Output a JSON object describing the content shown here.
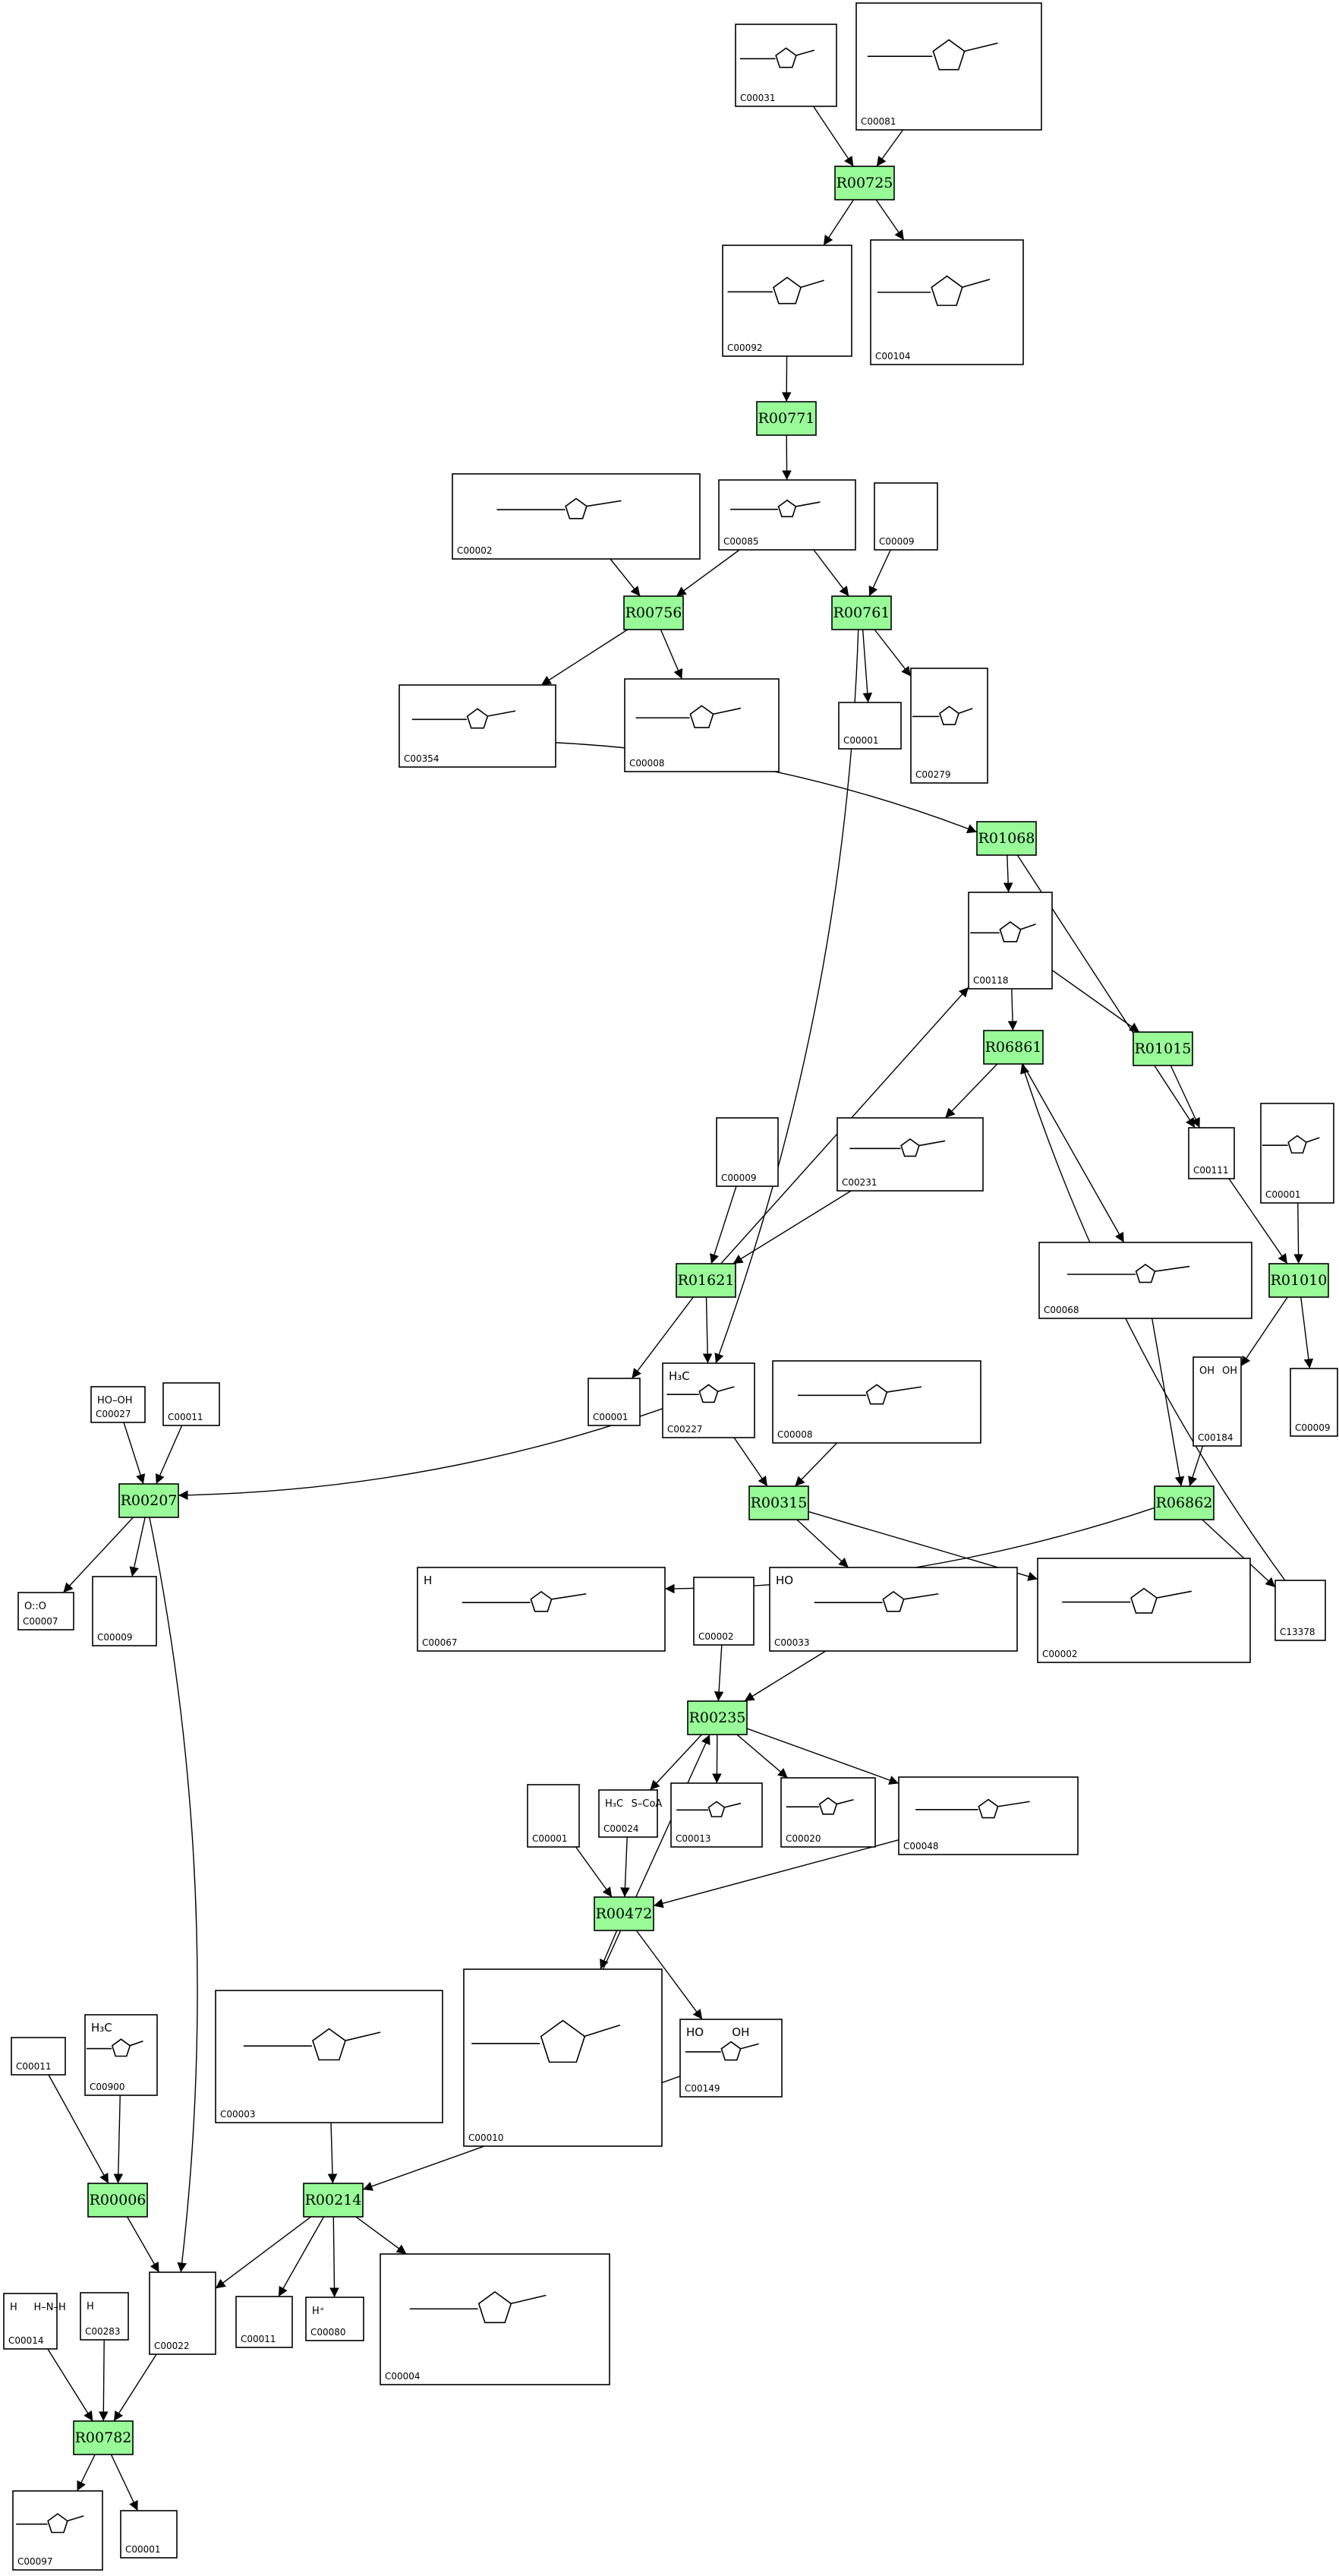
{
  "reactions": [
    "R00725",
    "R00771",
    "R00756",
    "R00761",
    "R01068",
    "R06861",
    "R01015",
    "R01621",
    "R01010",
    "R00207",
    "R00315",
    "R06862",
    "R00235",
    "R00472",
    "R00006",
    "R00214",
    "R00782"
  ],
  "compounds": [
    {
      "id": "C00031",
      "labels": []
    },
    {
      "id": "C00081",
      "labels": []
    },
    {
      "id": "C00092",
      "labels": []
    },
    {
      "id": "C00104",
      "labels": []
    },
    {
      "id": "C00002",
      "labels": []
    },
    {
      "id": "C00085",
      "labels": []
    },
    {
      "id": "C00009",
      "labels": []
    },
    {
      "id": "C00008",
      "labels": []
    },
    {
      "id": "C00354",
      "labels": []
    },
    {
      "id": "C00001",
      "labels": []
    },
    {
      "id": "C00279",
      "labels": []
    },
    {
      "id": "C00118",
      "labels": []
    },
    {
      "id": "C00009",
      "labels": []
    },
    {
      "id": "C00231",
      "labels": []
    },
    {
      "id": "C00001",
      "labels": []
    },
    {
      "id": "C00111",
      "labels": []
    },
    {
      "id": "C00068",
      "labels": []
    },
    {
      "id": "C00001",
      "labels": []
    },
    {
      "id": "C00227",
      "labels": [
        "H₃C"
      ]
    },
    {
      "id": "C00008",
      "labels": []
    },
    {
      "id": "C00184",
      "labels": [
        "OH",
        "OH"
      ]
    },
    {
      "id": "C00009",
      "labels": []
    },
    {
      "id": "C00027",
      "labels": [
        "HO–OH"
      ]
    },
    {
      "id": "C00011",
      "labels": []
    },
    {
      "id": "C00007",
      "labels": [
        "O::O"
      ]
    },
    {
      "id": "C00009",
      "labels": []
    },
    {
      "id": "C00002",
      "labels": []
    },
    {
      "id": "C00033",
      "labels": [
        "HO"
      ]
    },
    {
      "id": "C00002",
      "labels": []
    },
    {
      "id": "C13378",
      "labels": []
    },
    {
      "id": "C00067",
      "labels": [
        "H"
      ]
    },
    {
      "id": "C00048",
      "labels": []
    },
    {
      "id": "C00001",
      "labels": []
    },
    {
      "id": "C00024",
      "labels": [
        "H₃C",
        "S–CoA"
      ]
    },
    {
      "id": "C00013",
      "labels": []
    },
    {
      "id": "C00020",
      "labels": []
    },
    {
      "id": "C00011",
      "labels": []
    },
    {
      "id": "C00900",
      "labels": [
        "H₃C"
      ]
    },
    {
      "id": "C00003",
      "labels": []
    },
    {
      "id": "C00010",
      "labels": []
    },
    {
      "id": "C00149",
      "labels": [
        "HO",
        "OH"
      ]
    },
    {
      "id": "C00014",
      "labels": [
        "H",
        "H–N–H"
      ]
    },
    {
      "id": "C00283",
      "labels": [
        "H"
      ]
    },
    {
      "id": "C00022",
      "labels": []
    },
    {
      "id": "C00011",
      "labels": []
    },
    {
      "id": "C00080",
      "labels": [
        "H⁺"
      ]
    },
    {
      "id": "C00004",
      "labels": []
    },
    {
      "id": "C00097",
      "labels": []
    },
    {
      "id": "C00001",
      "labels": []
    }
  ]
}
